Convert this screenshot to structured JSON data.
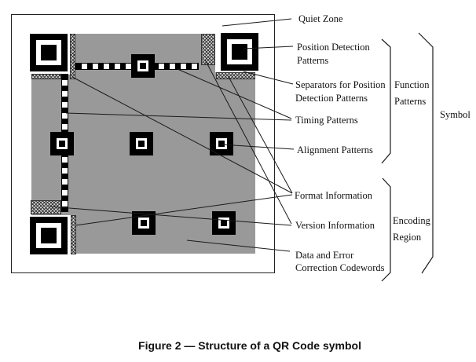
{
  "caption": "Figure 2 — Structure of a QR Code symbol",
  "labels": {
    "quiet_zone": "Quiet Zone",
    "position_detection_patterns": "Position Detection Patterns",
    "separators": "Separators for Position Detection Patterns",
    "timing_patterns": "Timing Patterns",
    "alignment_patterns": "Alignment Patterns",
    "format_information": "Format Information",
    "version_information": "Version Information",
    "data_codewords": "Data and Error Correction Codewords"
  },
  "groups": {
    "function_patterns": "Function Patterns",
    "encoding_region": "Encoding Region",
    "symbol": "Symbol"
  },
  "colors": {
    "data_region_gray": "#999999",
    "module_black": "#000000",
    "hatch_fill": "#d8d8d8",
    "leader_line": "#1a1a1a"
  }
}
